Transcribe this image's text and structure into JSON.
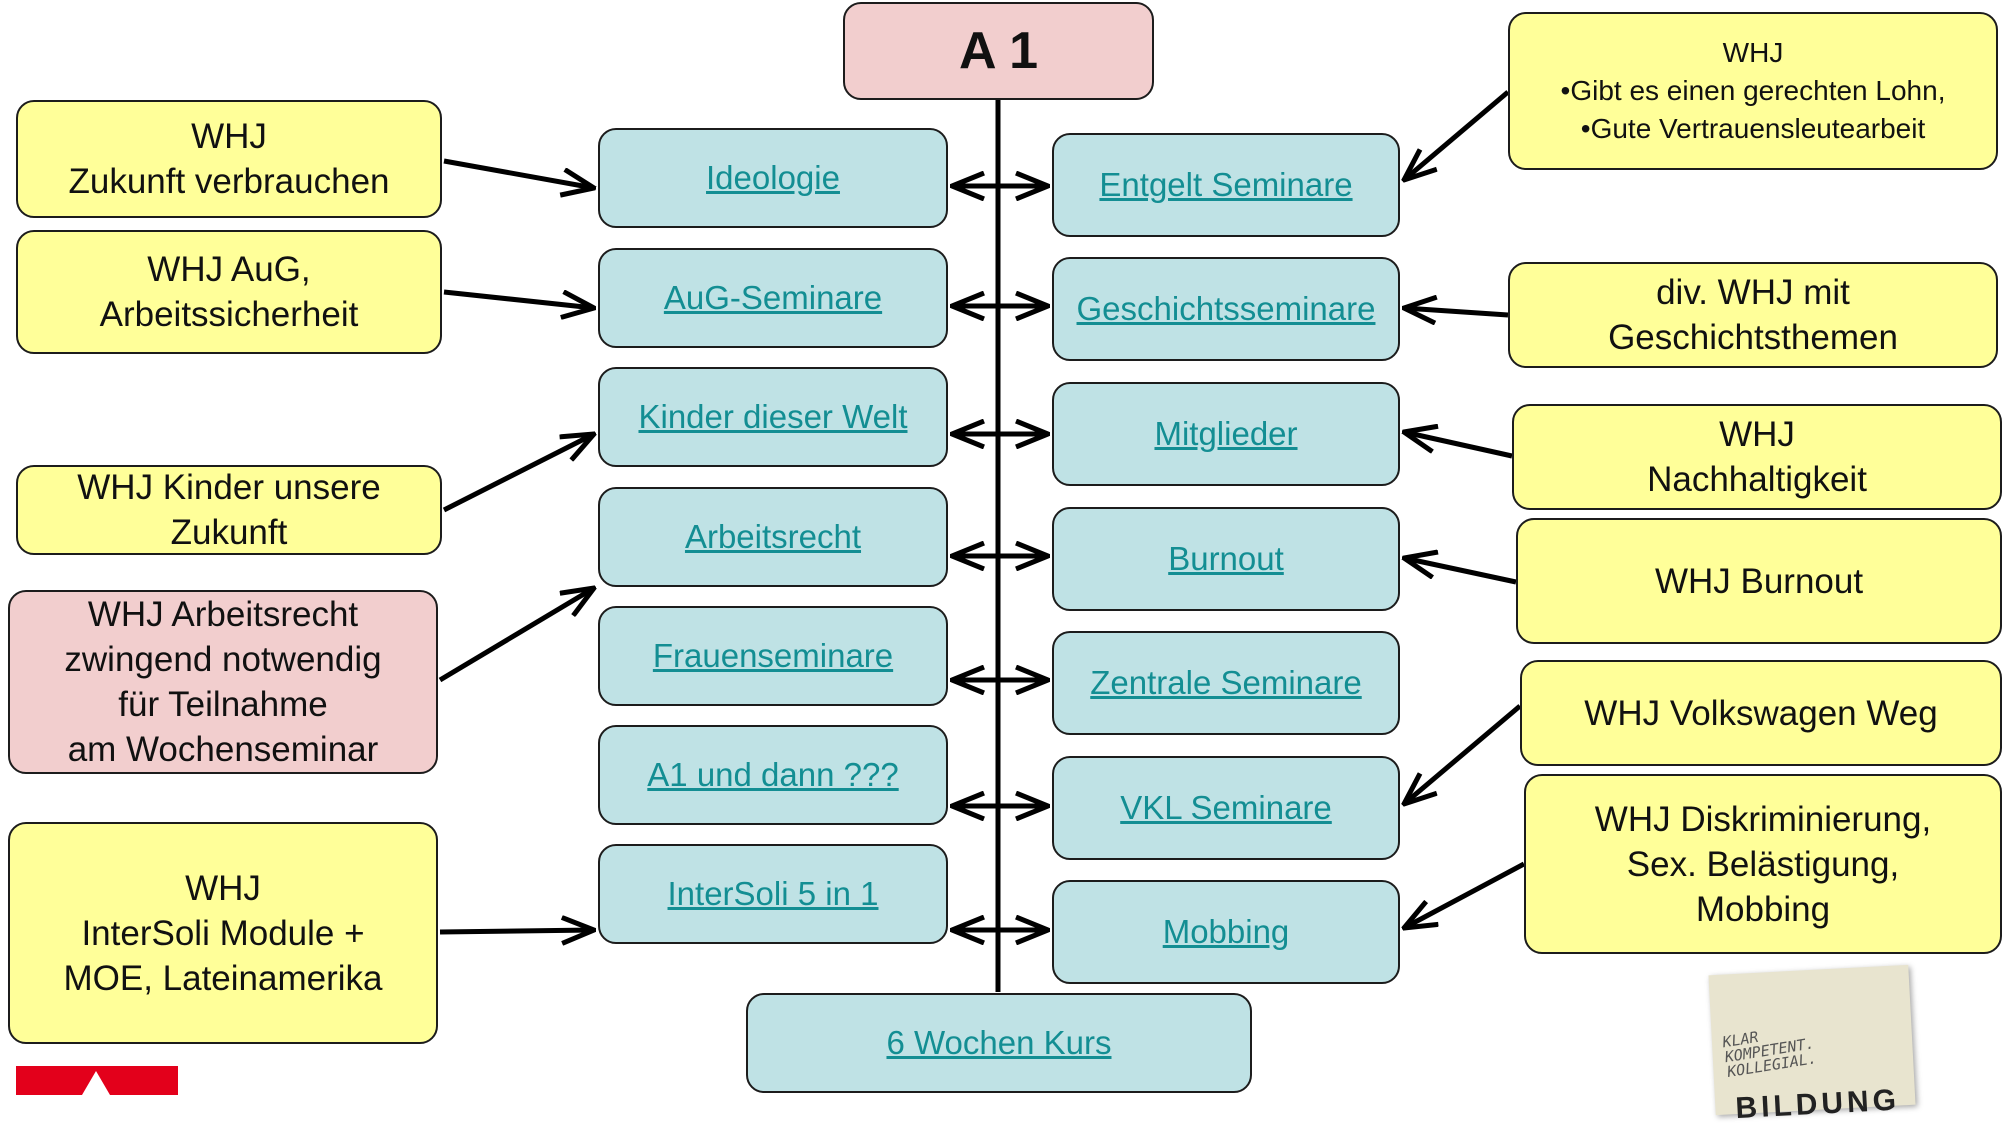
{
  "title": "A 1",
  "left_column": [
    {
      "id": "ideologie",
      "label": "Ideologie"
    },
    {
      "id": "aug-seminare",
      "label": "AuG-Seminare"
    },
    {
      "id": "kinder-dieser-welt",
      "label": "Kinder dieser Welt"
    },
    {
      "id": "arbeitsrecht",
      "label": "Arbeitsrecht"
    },
    {
      "id": "frauenseminare",
      "label": "Frauenseminare"
    },
    {
      "id": "a1-und-dann",
      "label": "A1 und dann ???"
    },
    {
      "id": "intersoli",
      "label": "InterSoli 5 in 1"
    }
  ],
  "right_column": [
    {
      "id": "entgelt-seminare",
      "label": "Entgelt Seminare"
    },
    {
      "id": "geschichtsseminare",
      "label": "Geschichtsseminare"
    },
    {
      "id": "mitglieder",
      "label": "Mitglieder"
    },
    {
      "id": "burnout",
      "label": "Burnout"
    },
    {
      "id": "zentrale-seminare",
      "label": "Zentrale Seminare"
    },
    {
      "id": "vkl-seminare",
      "label": "VKL Seminare"
    },
    {
      "id": "mobbing",
      "label": "Mobbing"
    }
  ],
  "bottom": {
    "id": "sechs-wochen-kurs",
    "label": "6 Wochen Kurs"
  },
  "left_notes": [
    {
      "id": "whj-zukunft",
      "text": "WHJ\nZukunft verbrauchen",
      "color": "#ffff99"
    },
    {
      "id": "whj-aug",
      "text": "WHJ AuG,\nArbeitssicherheit",
      "color": "#ffff99"
    },
    {
      "id": "whj-kinder",
      "text": "WHJ Kinder unsere\nZukunft",
      "color": "#ffff99"
    },
    {
      "id": "whj-arbeitsrecht",
      "text": "WHJ Arbeitsrecht\nzwingend notwendig\nfür Teilnahme\nam Wochenseminar",
      "color": "#f2cece"
    },
    {
      "id": "whj-intersoli",
      "text": "WHJ\nInterSoli Module +\nMOE, Lateinamerika",
      "color": "#ffff99"
    }
  ],
  "right_notes": [
    {
      "id": "whj-lohn",
      "text": "WHJ\n•Gibt es einen gerechten Lohn,\n•Gute Vertrauensleutearbeit",
      "color": "#ffff99"
    },
    {
      "id": "whj-geschichte",
      "text": "div. WHJ  mit\nGeschichtsthemen",
      "color": "#ffff99"
    },
    {
      "id": "whj-nachhaltigkeit",
      "text": "WHJ\nNachhaltigkeit",
      "color": "#ffff99"
    },
    {
      "id": "whj-burnout",
      "text": "WHJ Burnout",
      "color": "#ffff99"
    },
    {
      "id": "whj-vw-weg",
      "text": "WHJ Volkswagen Weg",
      "color": "#ffff99"
    },
    {
      "id": "whj-diskriminierung",
      "text": "WHJ Diskriminierung,\nSex. Belästigung,\nMobbing",
      "color": "#ffff99"
    }
  ],
  "sticker": {
    "slogan": "KLAR\nKOMPETENT.\nKOLLEGIAL.",
    "word": "BILDUNG"
  },
  "colors": {
    "program_box": "#bfe2e5",
    "link_text": "#138e93",
    "note_yellow": "#ffff99",
    "note_pink": "#f2cece",
    "title_box": "#f2cece",
    "logo_red": "#e3001b"
  }
}
